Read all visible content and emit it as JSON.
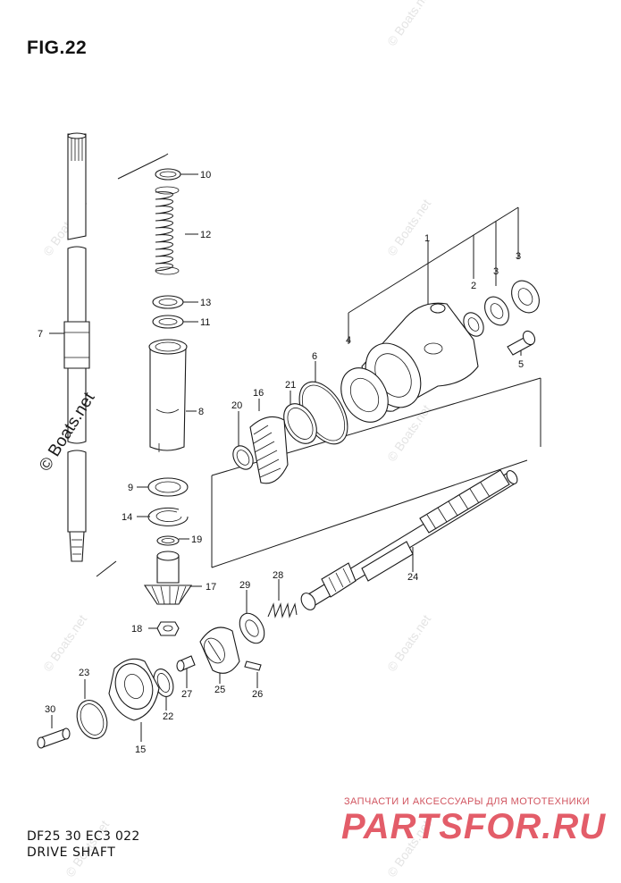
{
  "figure": {
    "title": "FIG.22",
    "code": "DF25 30 EC3  022",
    "caption": "DRIVE SHAFT"
  },
  "watermark": {
    "main": "© Boats.net",
    "faint": "© Boats.net"
  },
  "branding": {
    "subtitle": "ЗАПЧАСТИ И АКСЕССУАРЫ ДЛЯ МОТОТЕХНИКИ",
    "name": "PARTSFOR.RU",
    "color": "#e35d69"
  },
  "callouts": {
    "n1": "1",
    "n2": "2",
    "n3a": "3",
    "n3b": "3",
    "n4": "4",
    "n5": "5",
    "n6": "6",
    "n7": "7",
    "n8": "8",
    "n9": "9",
    "n10": "10",
    "n11": "11",
    "n12": "12",
    "n13": "13",
    "n14": "14",
    "n15": "15",
    "n16": "16",
    "n17": "17",
    "n18": "18",
    "n19": "19",
    "n20": "20",
    "n21": "21",
    "n22": "22",
    "n23": "23",
    "n24": "24",
    "n25": "25",
    "n26": "26",
    "n27": "27",
    "n28": "28",
    "n29": "29",
    "n30": "30"
  }
}
